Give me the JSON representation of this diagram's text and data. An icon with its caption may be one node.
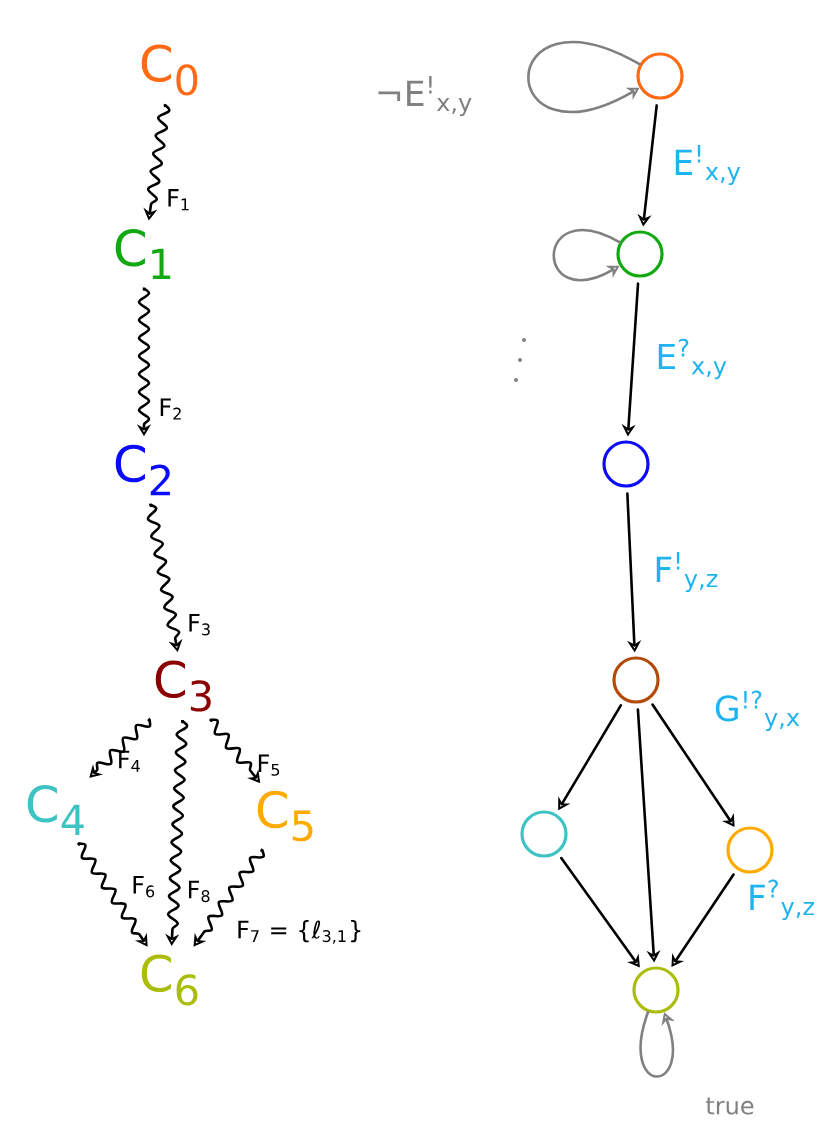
{
  "diagram": {
    "nodes": [
      {
        "text": [
          "C$_{0}$"
        ]
      },
      {
        "text": [
          "C$_{1}$"
        ]
      },
      {
        "text": [
          "C$_{2}$"
        ]
      },
      {
        "text": [
          "C$_{3}$"
        ]
      },
      {
        "text": [
          "C$_{4}$"
        ]
      },
      {
        "text": [
          "C$_{5}$"
        ]
      },
      {
        "text": [
          "C$_{6}$"
        ]
      },
      {
        "text": [],
        "shape": "circle"
      },
      {
        "text": [],
        "shape": "circle"
      },
      {
        "text": [],
        "shape": "circle"
      },
      {
        "text": [],
        "shape": "circle"
      },
      {
        "text": [],
        "shape": "circle"
      },
      {
        "text": [],
        "shape": "circle"
      },
      {
        "text": [],
        "shape": "circle"
      }
    ],
    "edges": [
      {
        "from": 0,
        "to": 1,
        "arrow": "to",
        "label": "F$_{1}$"
      },
      {
        "from": 1,
        "to": 2,
        "arrow": "to",
        "label": "F$_{2}$"
      },
      {
        "from": 2,
        "to": 3,
        "arrow": "to",
        "label": "F$_{3}$"
      },
      {
        "from": 3,
        "to": 4,
        "arrow": "to",
        "label": "F$_{4}$"
      },
      {
        "from": 3,
        "to": 5,
        "arrow": "to",
        "label": "F$_{5}$"
      },
      {
        "from": 3,
        "to": 6,
        "arrow": "to",
        "label": "F$_{8}$"
      },
      {
        "from": 4,
        "to": 6,
        "arrow": "to",
        "label": "F$_{6}$"
      },
      {
        "from": 5,
        "to": 6,
        "arrow": "to",
        "label": "F$_{7}$ = {ℓ$_{3,1}$}"
      },
      {
        "from": 7,
        "to": 7,
        "arrow": "to",
        "label": "¬E$^{!}$$_{x,y}$",
        "color": "#808080"
      },
      {
        "from": 7,
        "to": 8,
        "arrow": "to",
        "label": "E$^{!}$$_{x,y}$"
      },
      {
        "from": 8,
        "to": 8,
        "arrow": "to",
        "color": "#808080"
      },
      {
        "from": 8,
        "to": 9,
        "arrow": "to",
        "label": "E$^{?}$$_{x,y}$"
      },
      {
        "from": 9,
        "to": 10,
        "arrow": "to",
        "label": "F$^{!}$$_{y,z}$"
      },
      {
        "from": 10,
        "to": 11,
        "arrow": "to"
      },
      {
        "from": 10,
        "to": 12,
        "arrow": "to",
        "label": "G$^{!?}$$_{y,x}$"
      },
      {
        "from": 10,
        "to": 13,
        "arrow": "to"
      },
      {
        "from": 11,
        "to": 13,
        "arrow": "to"
      },
      {
        "from": 12,
        "to": 13,
        "arrow": "to",
        "label": "F$^{?}$$_{y,z}$"
      },
      {
        "from": 13,
        "to": 13,
        "arrow": "to",
        "label": "true",
        "color": "#808080"
      }
    ]
  }
}
